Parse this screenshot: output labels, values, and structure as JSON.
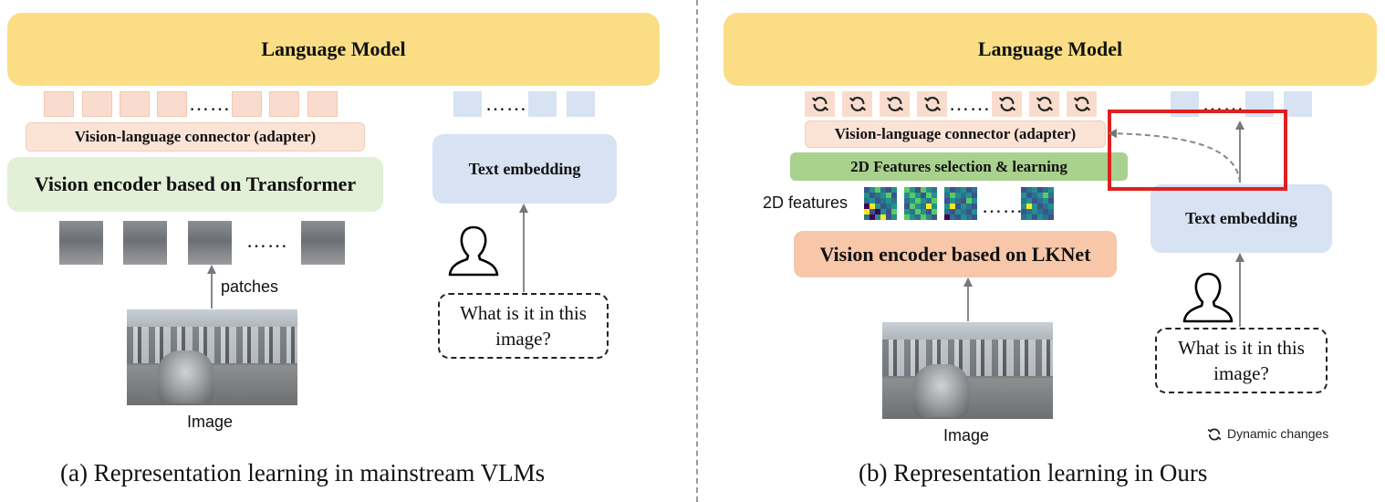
{
  "left": {
    "language_model": "Language Model",
    "connector": "Vision-language connector (adapter)",
    "vision_encoder": "Vision encoder based on Transformer",
    "text_embedding": "Text embedding",
    "dots": "……",
    "patches_label": "patches",
    "image_label": "Image",
    "question": "What is it in this image?",
    "caption": "(a)  Representation learning in mainstream VLMs"
  },
  "right": {
    "language_model": "Language Model",
    "connector": "Vision-language connector (adapter)",
    "selection": "2D Features selection & learning",
    "features_label": "2D features",
    "vision_encoder": "Vision encoder based on LKNet",
    "text_embedding": "Text embedding",
    "dots": "……",
    "image_label": "Image",
    "question": "What is it in this image?",
    "legend": "Dynamic changes",
    "caption": "(b) Representation learning in Ours"
  },
  "colors": {
    "language_model": "#fadd84",
    "connector": "#fbe3d6",
    "vision_encoder_left": "#e3f0d8",
    "vision_encoder_right": "#f8c7a9",
    "selection": "#a9d18e",
    "text_embedding": "#d7e2f3",
    "highlight": "#e02020"
  },
  "icons": [
    "user-icon",
    "sync-icon",
    "arrow-icon"
  ]
}
